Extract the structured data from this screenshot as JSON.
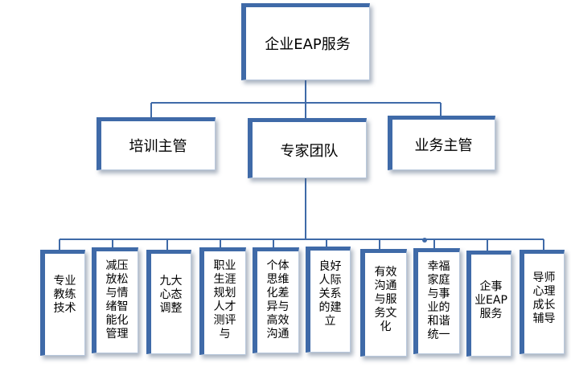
{
  "diagram": {
    "root": {
      "label": "企业EAP服务"
    },
    "managers": [
      {
        "label": "培训主管"
      },
      {
        "label": "专家团队"
      },
      {
        "label": "业务主管"
      }
    ],
    "services": [
      {
        "label": "专业\n教练\n技术"
      },
      {
        "label": "减压\n放松\n与情\n绪智\n能化\n管理"
      },
      {
        "label": "九大\n心态\n调整"
      },
      {
        "label": "职业\n生涯\n规划\n人才\n测评\n与"
      },
      {
        "label": "个体\n思维\n化差\n异与\n高效\n沟通"
      },
      {
        "label": "良好\n人际\n关系\n的建\n立"
      },
      {
        "label": "有效\n沟通\n与服\n务文\n化"
      },
      {
        "label": "幸福\n家庭\n与事\n业的\n和谐\n统一"
      },
      {
        "label": "企事\n业EAP\n服务"
      },
      {
        "label": "导师\n心理\n成长\n辅导"
      }
    ]
  }
}
